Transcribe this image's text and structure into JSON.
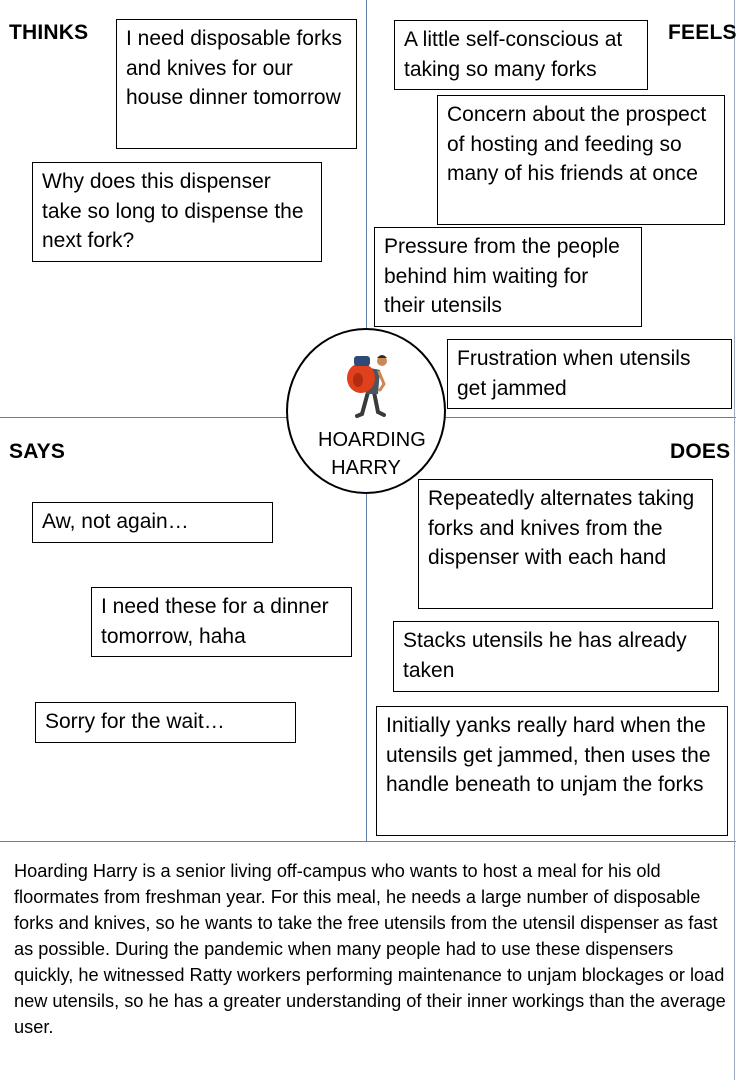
{
  "quadrants": {
    "thinks": {
      "title": "THINKS",
      "notes": [
        "I need disposable forks and knives for our house dinner tomorrow",
        "Why does this dispenser take so long to dispense the next fork?"
      ]
    },
    "feels": {
      "title": "FEELS",
      "notes": [
        "A little self-conscious at taking so many forks",
        "Concern about the prospect of hosting and feeding so many of his friends at once",
        "Pressure from the people behind him waiting for their utensils",
        "Frustration when utensils get jammed"
      ]
    },
    "says": {
      "title": "SAYS",
      "notes": [
        "Aw, not again…",
        "I need these for a dinner tomorrow, haha",
        "Sorry for the wait…"
      ]
    },
    "does": {
      "title": "DOES",
      "notes": [
        "Repeatedly alternates taking forks and knives from the dispenser with each hand",
        "Stacks utensils he has already taken",
        "Initially yanks really hard when the utensils get jammed, then uses the handle beneath to unjam the forks"
      ]
    }
  },
  "persona": {
    "name": "HOARDING HARRY",
    "icon": "hiker-with-backpack-icon"
  },
  "description": "Hoarding Harry is a senior living off-campus who wants to host a meal for his old floormates from freshman year. For this meal, he needs a large number of disposable forks and knives, so he wants to take the free utensils from the utensil dispenser as fast as possible. During the pandemic when many people had to use these dispensers quickly, he witnessed Ratty workers performing maintenance to unjam blockages or load new utensils, so he has a greater understanding of their inner workings than the average user.",
  "colors": {
    "grid_lines": "#5b7fa8",
    "backpack": "#e0401c",
    "text": "#000000"
  }
}
